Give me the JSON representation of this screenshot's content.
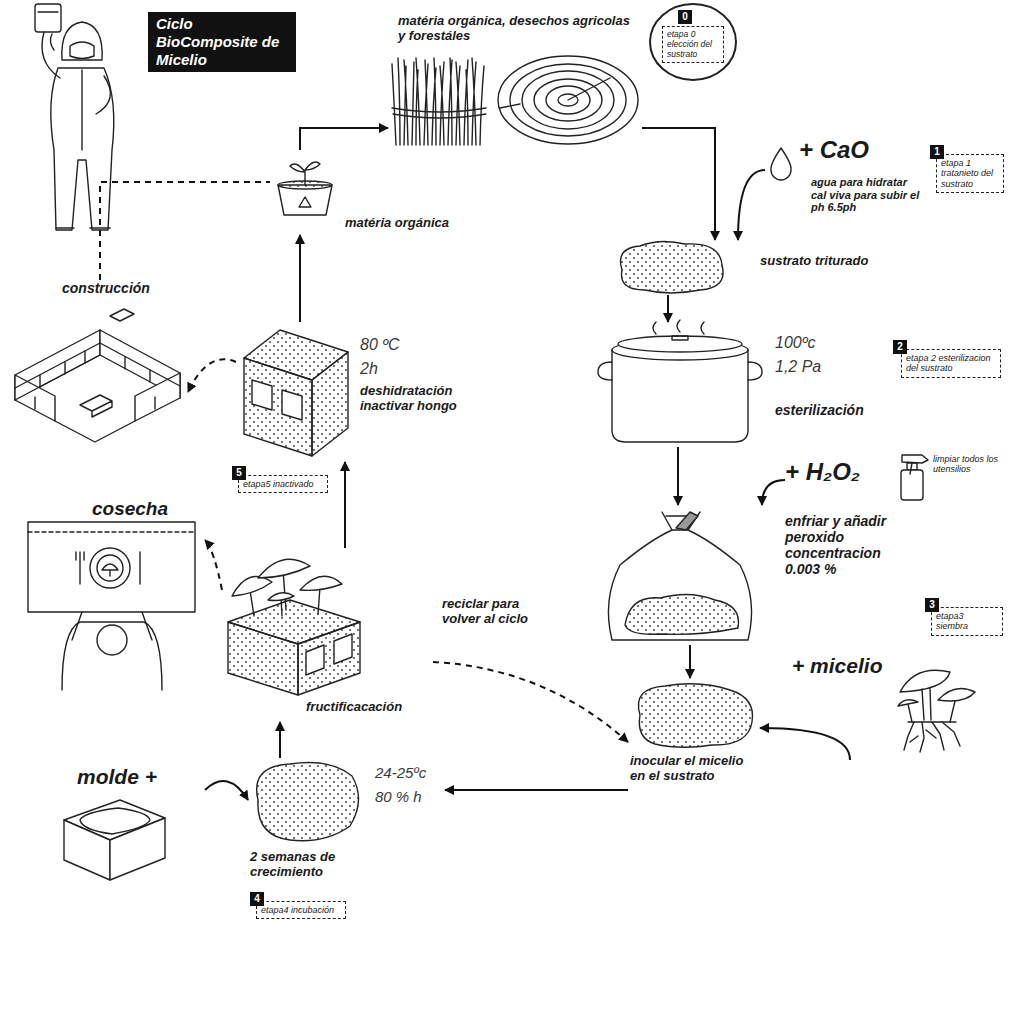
{
  "diagram": {
    "title": "Ciclo BioComposite de Micelio",
    "nodes": [
      {
        "text": [
          "matéria orgánica, desechos agricolas y forestáles"
        ]
      },
      {
        "text": [
          "0",
          "etapa 0 elección del sustrato"
        ]
      },
      {
        "text": [
          "+ CaO",
          "agua para hidratar cal viva para subir el ph 6.5ph"
        ]
      },
      {
        "text": [
          "1",
          "etapa 1 tratanieto del sustrato"
        ]
      },
      {
        "text": [
          "sustrato triturado"
        ]
      },
      {
        "text": [
          "100ºc",
          "1,2 Pa",
          "esterilización"
        ]
      },
      {
        "text": [
          "2",
          "etapa 2 esterilizacion del sustrato"
        ]
      },
      {
        "text": [
          "+ H₂O₂",
          "limpiar todos los utensilios"
        ]
      },
      {
        "text": [
          "enfriar y añadir peroxido concentracion 0.003 %"
        ]
      },
      {
        "text": [
          "+ micelio"
        ]
      },
      {
        "text": [
          "3",
          "etapa3 siembra"
        ]
      },
      {
        "text": [
          "inocular el micelio en el sustrato"
        ]
      },
      {
        "text": [
          "matéria orgánica"
        ]
      },
      {
        "text": [
          "construcción"
        ]
      },
      {
        "text": [
          "80 ºC",
          "2h",
          "deshidratación inactivar hongo"
        ]
      },
      {
        "text": [
          "5",
          "etapa5 inactivado"
        ]
      },
      {
        "text": [
          "cosecha"
        ]
      },
      {
        "text": [
          "fructificacación"
        ]
      },
      {
        "text": [
          "molde +"
        ]
      },
      {
        "text": [
          "24-25ºc",
          "80 % h",
          "2 semanas de crecimiento"
        ]
      },
      {
        "text": [
          "4",
          "etapa4 incubación"
        ]
      }
    ],
    "edges": [
      {
        "from": 12,
        "to": 0,
        "arrow": "to"
      },
      {
        "from": 0,
        "to": 4,
        "arrow": "to"
      },
      {
        "from": 2,
        "to": 4,
        "arrow": "to"
      },
      {
        "from": 4,
        "to": 5,
        "arrow": "to"
      },
      {
        "from": 5,
        "to": 8,
        "arrow": "to"
      },
      {
        "from": 7,
        "to": 8,
        "arrow": "to"
      },
      {
        "from": 8,
        "to": 11,
        "arrow": "to"
      },
      {
        "from": 9,
        "to": 11,
        "arrow": "to"
      },
      {
        "from": 11,
        "to": 19,
        "arrow": "to"
      },
      {
        "from": 18,
        "to": 19,
        "arrow": "to"
      },
      {
        "from": 19,
        "to": 17,
        "arrow": "to"
      },
      {
        "from": 17,
        "to": 14,
        "arrow": "to"
      },
      {
        "from": 14,
        "to": 12,
        "arrow": "to"
      },
      {
        "from": 14,
        "to": 13,
        "arrow": "to"
      },
      {
        "from": 13,
        "to": 12,
        "arrow": "none"
      },
      {
        "from": 17,
        "to": 16,
        "arrow": "to"
      },
      {
        "from": 17,
        "to": 11,
        "label": "reciclar para volver al ciclo",
        "arrow": "to"
      }
    ]
  }
}
